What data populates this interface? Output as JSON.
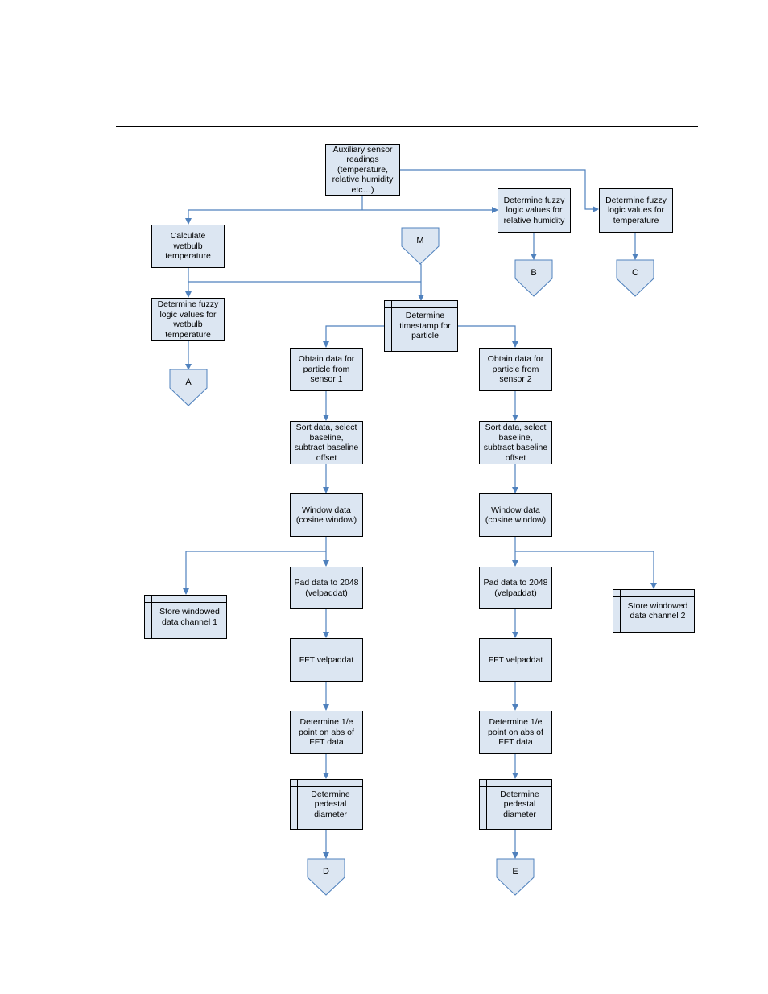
{
  "nodes": {
    "aux": "Auxiliary sensor readings (temperature, relative humidity etc…)",
    "wetbulb_calc": "Calculate wetbulb temperature",
    "fuzzy_rh": "Determine fuzzy logic values for relative humidity",
    "fuzzy_temp": "Determine fuzzy logic values for temperature",
    "fuzzy_wetbulb": "Determine fuzzy logic values for wetbulb temperature",
    "timestamp": "Determine timestamp for particle",
    "obtain1": "Obtain data for particle from sensor 1",
    "obtain2": "Obtain data for particle from sensor 2",
    "sort1": "Sort data, select baseline, subtract baseline offset",
    "sort2": "Sort data, select baseline, subtract baseline offset",
    "window1": "Window data (cosine window)",
    "window2": "Window data (cosine window)",
    "store1": "Store windowed data channel 1",
    "store2": "Store windowed data channel 2",
    "pad1": "Pad data to 2048 (velpaddat)",
    "pad2": "Pad data to 2048 (velpaddat)",
    "fft1": "FFT velpaddat",
    "fft2": "FFT velpaddat",
    "onee1": "Determine 1/e point on abs of FFT data",
    "onee2": "Determine 1/e point on abs of FFT data",
    "ped1": "Determine pedestal diameter",
    "ped2": "Determine pedestal diameter"
  },
  "connectors": {
    "m": "M",
    "a": "A",
    "b": "B",
    "c": "C",
    "d": "D",
    "e": "E"
  },
  "colors": {
    "box_fill": "#dce6f2",
    "arrow": "#4f81bd",
    "connector_fill": "#dce6f2",
    "connector_stroke": "#4f81bd"
  }
}
